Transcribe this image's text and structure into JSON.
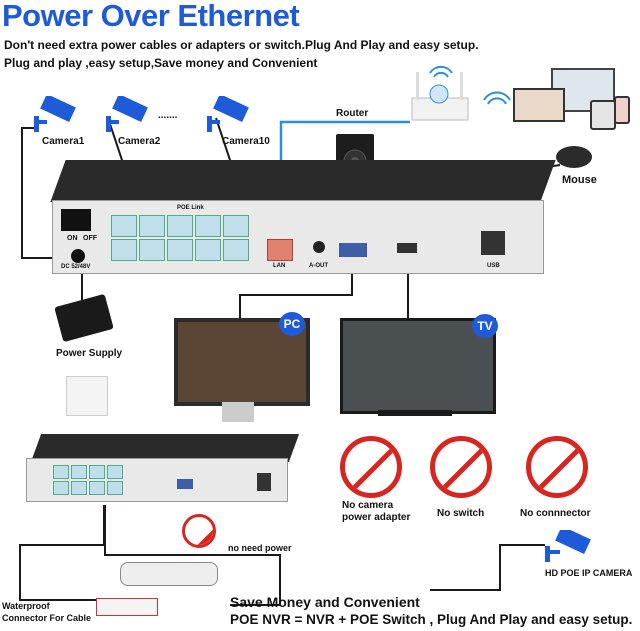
{
  "header": {
    "title": "Power Over Ethernet",
    "subtitle_line1": "Don't need extra power cables or adapters or switch.Plug And Play and easy setup.",
    "subtitle_line2": "Plug and play ,easy setup,Save money and Convenient"
  },
  "cameras": {
    "camera1": "Camera1",
    "camera2": "Camera2",
    "ellipsis": ".......",
    "camera10": "Camera10"
  },
  "devices": {
    "router": "Router",
    "mouse": "Mouse",
    "power_supply": "Power Supply",
    "pc_badge": "PC",
    "tv_badge": "TV"
  },
  "nvr_panel": {
    "poe_link": "POE Link",
    "on": "ON",
    "off": "OFF",
    "dc": "DC 52/48V",
    "lan": "LAN",
    "aout": "A-OUT",
    "usb": "USB"
  },
  "not_needed": {
    "adapter": "No camera\npower adapter",
    "switch": "No switch",
    "connector": "No connnector",
    "no_power": "no need power"
  },
  "bottom": {
    "camera_label": "HD POE IP CAMERA",
    "waterproof": "Waterproof\nConnector For Cable",
    "save_line": "Save Money and Convenient",
    "equation": "POE NVR = NVR + POE Switch , Plug And Play and easy setup."
  },
  "colors": {
    "brand_blue": "#1e5bd8",
    "cable_blue": "#2f8fd6",
    "forbid_red": "#d8251f"
  }
}
